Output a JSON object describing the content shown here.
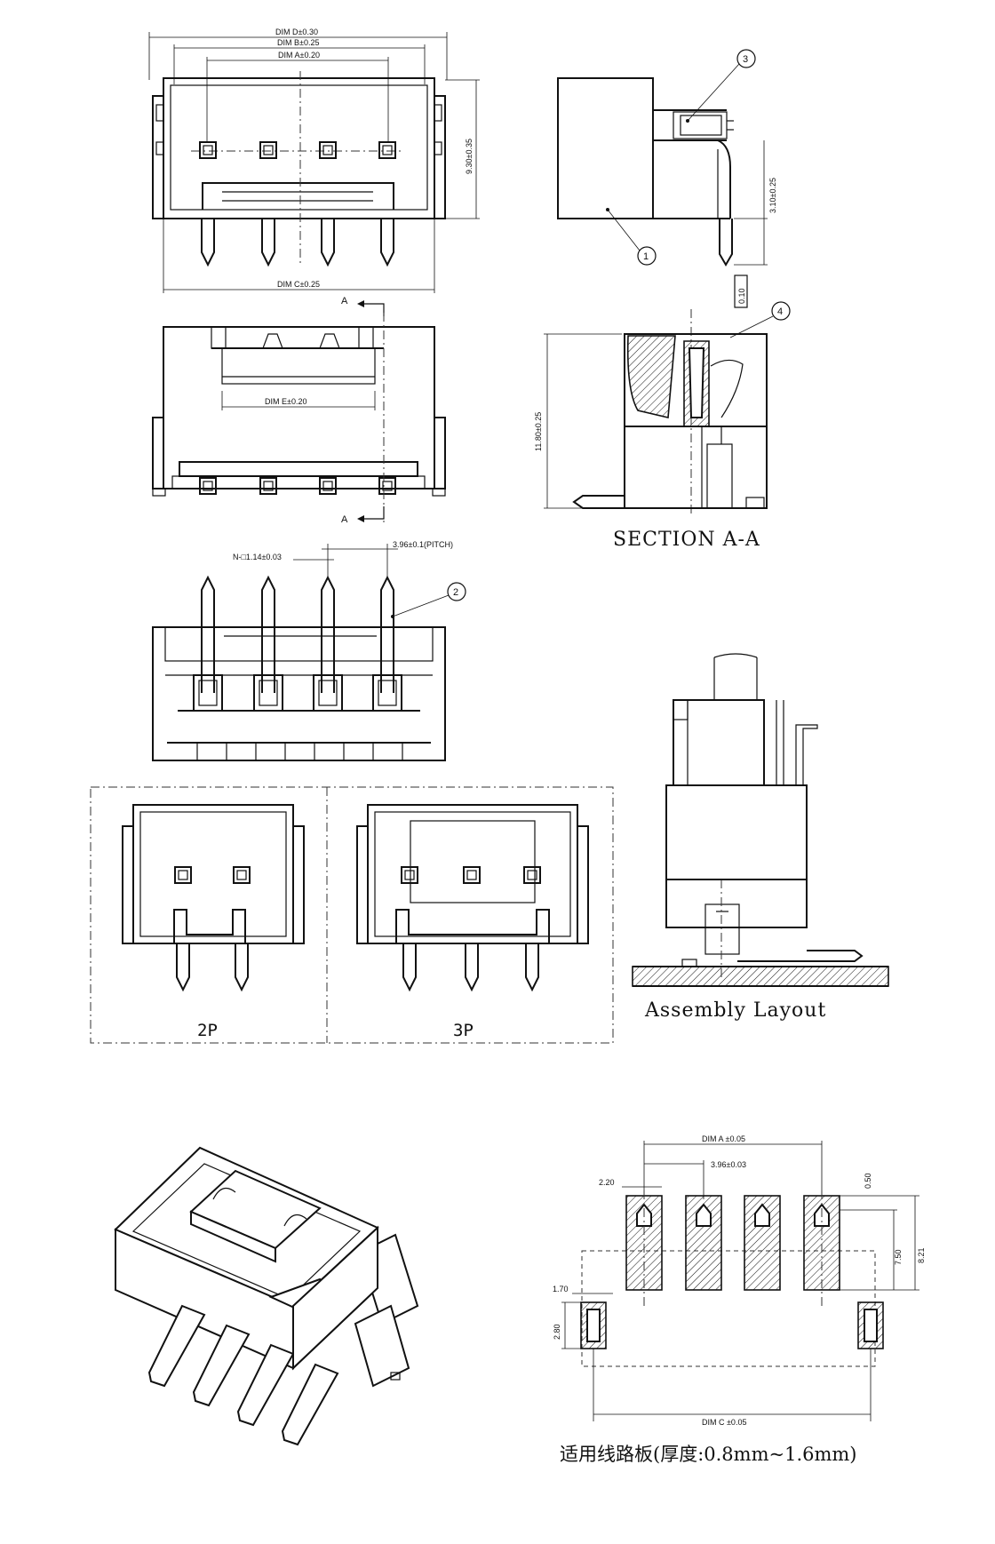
{
  "top_view": {
    "dim_d": "DIM D±0.30",
    "dim_b": "DIM B±0.25",
    "dim_a": "DIM A±0.20",
    "dim_c": "DIM C±0.25",
    "height": "9.30±0.35"
  },
  "side_view": {
    "height": "3.10±0.25",
    "callout_1": "1",
    "callout_3": "3",
    "stamp": "0.10"
  },
  "front_view": {
    "section_mark_top": "A",
    "section_mark_bottom": "A",
    "dim_e": "DIM E±0.20"
  },
  "section_view": {
    "height": "11.80±0.25",
    "callout_4": "4",
    "title": "SECTION A-A"
  },
  "pin_view": {
    "pin_size": "N-□1.14±0.03",
    "pitch": "3.96±0.1(PITCH)",
    "callout_2": "2"
  },
  "variants": {
    "p2": "2P",
    "p3": "3P"
  },
  "assembly": {
    "title": "Assembly Layout"
  },
  "pcb_layout": {
    "dim_a": "DIM A ±0.05",
    "pitch": "3.96±0.03",
    "d_220": "2.20",
    "d_050": "0.50",
    "d_750": "7.50",
    "d_821": "8.21",
    "d_170": "1.70",
    "d_280": "2.80",
    "dim_c": "DIM C ±0.05",
    "note": "适用线路板(厚度:0.8mm~1.6mm)"
  }
}
